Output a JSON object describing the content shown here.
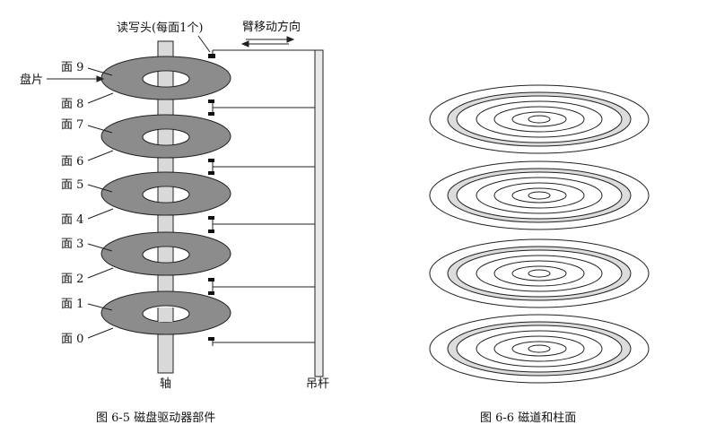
{
  "figure_left": {
    "head_label": "读写头(每面1个)",
    "arm_label": "臂移动方向",
    "platter_label": "盘片",
    "axis_label": "轴",
    "rod_label": "吊杆",
    "surfaces": [
      "面 9",
      "面 8",
      "面 7",
      "面 6",
      "面 5",
      "面 4",
      "面 3",
      "面 2",
      "面 1",
      "面 0"
    ],
    "caption": "图 6-5    磁盘驱动器部件"
  },
  "figure_right": {
    "caption": "图 6-6    磁道和柱面"
  }
}
